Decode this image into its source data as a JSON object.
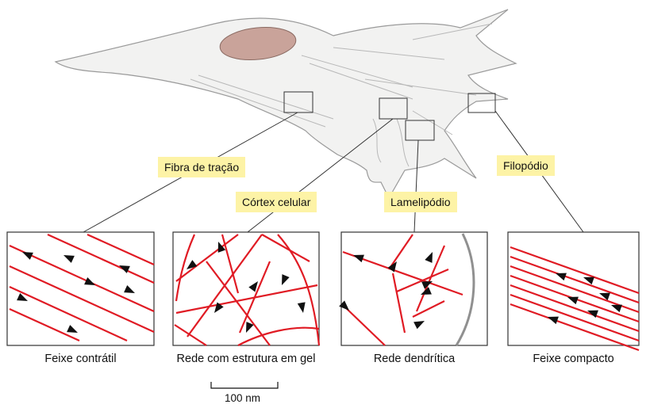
{
  "labels": {
    "stress_fiber": "Fibra de tração",
    "cell_cortex": "Córtex celular",
    "lamellipodium": "Lamelipódio",
    "filopodium": "Filopódio"
  },
  "captions": {
    "contractile": "Feixe contrátil",
    "gel_network": "Rede com estrutura em gel",
    "dendritic": "Rede dendrítica",
    "compact": "Feixe compacto"
  },
  "scale_bar": {
    "label": "100 nm"
  },
  "colors": {
    "filament": "#e01b24",
    "arrowhead": "#111111",
    "callout_bg": "#fdf3a6",
    "nucleus": "#c9a39a",
    "cell_fill": "#f2f2f1",
    "membrane": "#9a9a9a"
  }
}
